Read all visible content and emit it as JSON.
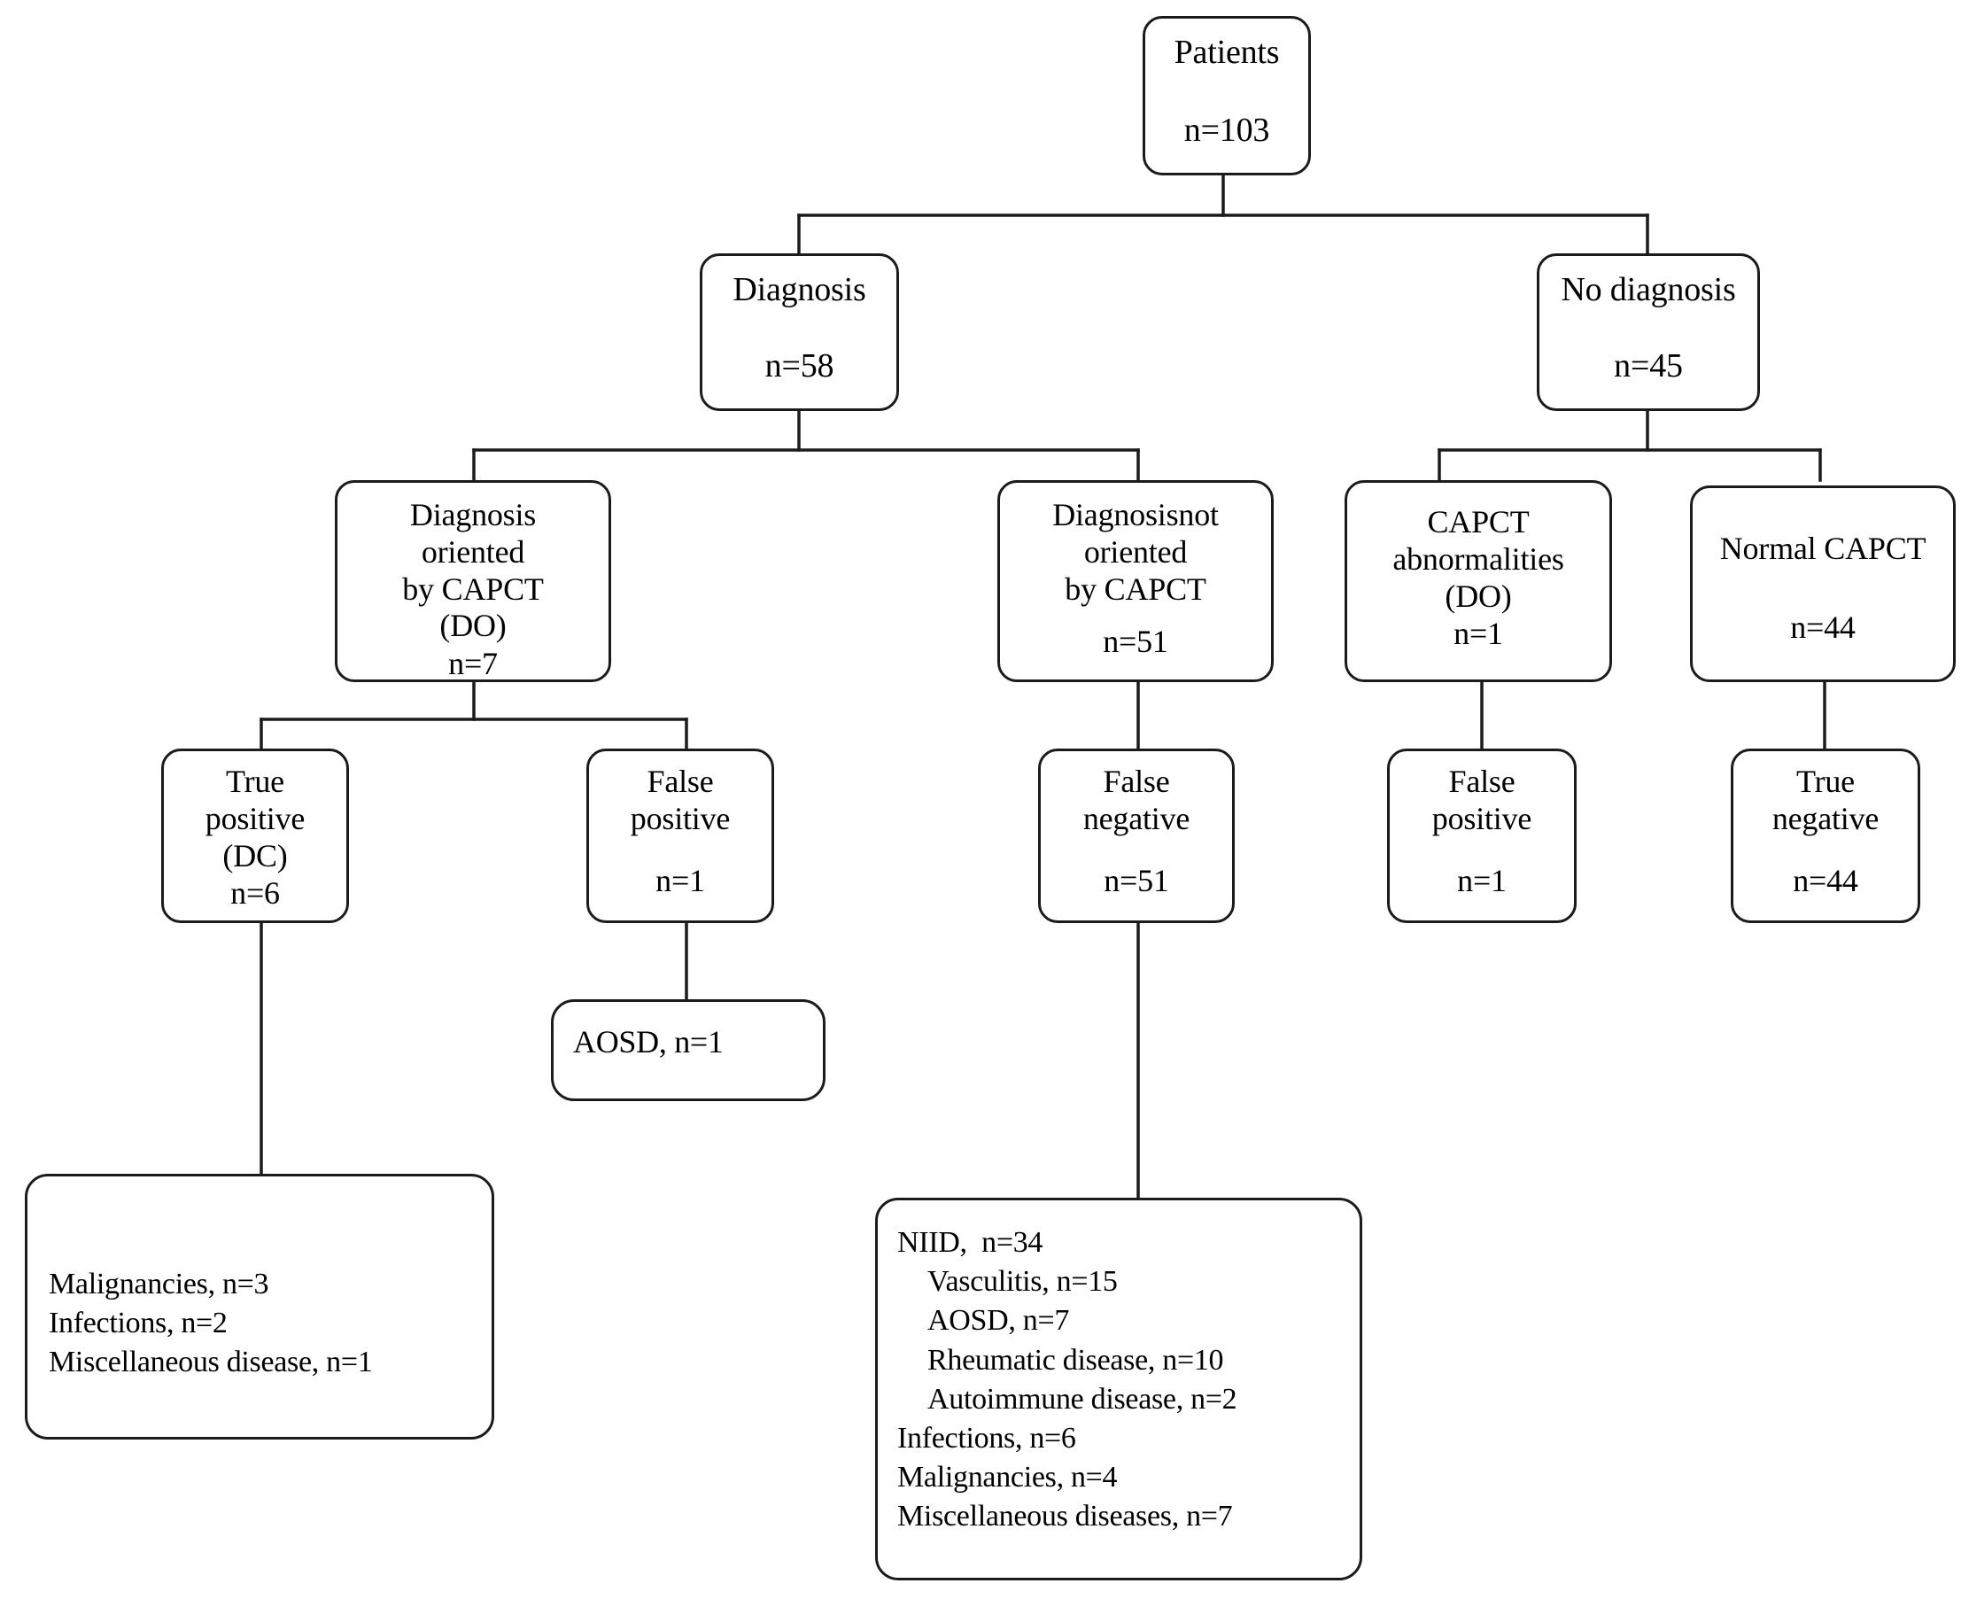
{
  "diagram": {
    "type": "flowchart",
    "title": "CAPCT diagnostic yield flow diagram",
    "stroke_color": "#1b1b1b",
    "background_color": "#ffffff",
    "nodes": {
      "patients": {
        "title": "Patients",
        "count": "n=103"
      },
      "diagnosis": {
        "title": "Diagnosis",
        "count": "n=58"
      },
      "no_diagnosis": {
        "title": "No diagnosis",
        "count": "n=45"
      },
      "dx_oriented": {
        "title": "Diagnosis\noriented\nby CAPCT\n(DO)",
        "count": "n=7"
      },
      "dx_not_oriented": {
        "title": "Diagnosisnot\noriented\nby CAPCT",
        "count": "n=51"
      },
      "capct_abnorm": {
        "title": "CAPCT\nabnormalities\n(DO)",
        "count": "n=1"
      },
      "normal_capct": {
        "title": "Normal CAPCT",
        "count": "n=44"
      },
      "true_positive": {
        "title": "True\npositive\n(DC)",
        "count": "n=6"
      },
      "false_positive_left": {
        "title": "False\npositive",
        "count": "n=1"
      },
      "false_negative": {
        "title": "False\nnegative",
        "count": "n=51"
      },
      "false_positive_right": {
        "title": "False\npositive",
        "count": "n=1"
      },
      "true_negative": {
        "title": "True\nnegative",
        "count": "n=44"
      }
    },
    "detail_boxes": {
      "aosd_box": {
        "rows": [
          {
            "text": "AOSD, n=1",
            "indent": 0
          }
        ]
      },
      "true_positive_detail": {
        "rows": [
          {
            "text": "Malignancies, n=3",
            "indent": 0
          },
          {
            "text": "Infections, n=2",
            "indent": 0
          },
          {
            "text": "Miscellaneous disease, n=1",
            "indent": 0
          }
        ]
      },
      "false_negative_detail": {
        "rows": [
          {
            "text": "NIID,  n=34",
            "indent": 0
          },
          {
            "text": "Vasculitis, n=15",
            "indent": 1
          },
          {
            "text": "AOSD, n=7",
            "indent": 1
          },
          {
            "text": "Rheumatic disease, n=10",
            "indent": 1
          },
          {
            "text": "Autoimmune disease, n=2",
            "indent": 1
          },
          {
            "text": "Infections, n=6",
            "indent": 0
          },
          {
            "text": "Malignancies, n=4",
            "indent": 0
          },
          {
            "text": "Miscellaneous diseases, n=7",
            "indent": 0
          }
        ]
      }
    },
    "chart_data": {
      "type": "table",
      "title": "CAPCT diagnostic performance cohort breakdown",
      "categories": [
        "Patients",
        "Diagnosis",
        "No diagnosis",
        "Diagnosis oriented by CAPCT (DO)",
        "Diagnosis not oriented by CAPCT",
        "CAPCT abnormalities (DO)",
        "Normal CAPCT",
        "True positive (DC)",
        "False positive (left)",
        "False negative",
        "False positive (right)",
        "True negative"
      ],
      "values": [
        103,
        58,
        45,
        7,
        51,
        1,
        44,
        6,
        1,
        51,
        1,
        44
      ],
      "breakdowns": {
        "true_positive": {
          "Malignancies": 3,
          "Infections": 2,
          "Miscellaneous disease": 1
        },
        "false_positive_left": {
          "AOSD": 1
        },
        "false_negative": {
          "NIID": 34,
          "NIID_Vasculitis": 15,
          "NIID_AOSD": 7,
          "NIID_Rheumatic disease": 10,
          "NIID_Autoimmune disease": 2,
          "Infections": 6,
          "Malignancies": 4,
          "Miscellaneous diseases": 7
        }
      }
    }
  }
}
